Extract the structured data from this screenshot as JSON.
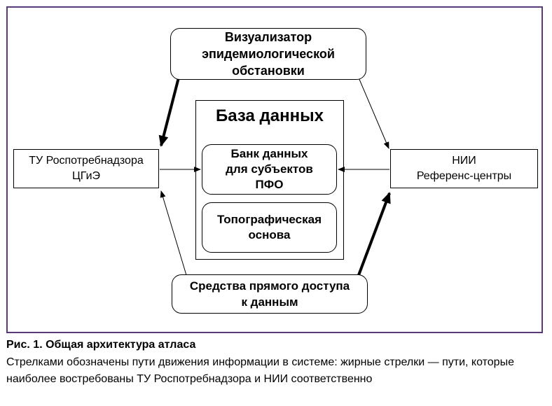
{
  "diagram": {
    "visualizer": "Визуализатор\nэпидемиологической\nобстановки",
    "database_title": "База данных",
    "bank": "Банк данных\nдля субъектов\nПФО",
    "topo": "Топографическая\nоснова",
    "tu": "ТУ Роспотребнадзора\nЦГиЭ",
    "nii": "НИИ\nРеференс-центры",
    "direct_access": "Средства прямого доступа\nк данным"
  },
  "caption": {
    "title": "Рис. 1. Общая архитектура атласа",
    "text": "Стрелками обозначены пути движения информации в системе: жирные стрелки — пути, которые наиболее востребованы ТУ Роспотребнадзора и НИИ соответственно"
  }
}
